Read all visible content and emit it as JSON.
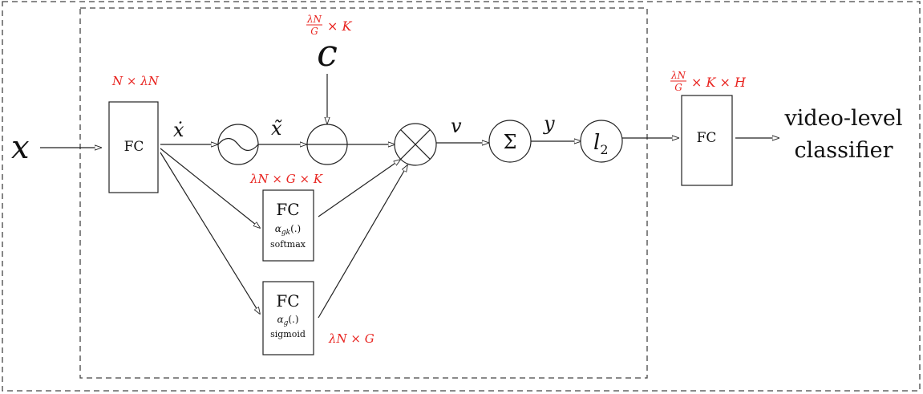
{
  "input": {
    "symbol": "x"
  },
  "fc1": {
    "label": "FC",
    "dims": "N × λN"
  },
  "after_fc1": {
    "symbol": "ẋ"
  },
  "tilde": {
    "symbol": "x̃"
  },
  "centers": {
    "symbol": "c",
    "dims_frac_num": "λN",
    "dims_frac_den": "G",
    "dims_tail": "× K"
  },
  "fc_softmax": {
    "label": "FC",
    "func": "α",
    "func_sub": "gk",
    "func_args": "(.)",
    "activation": "softmax",
    "dims": "λN × G × K"
  },
  "fc_sigmoid": {
    "label": "FC",
    "func": "α",
    "func_sub": "g",
    "func_args": "(.)",
    "activation": "sigmoid",
    "dims": "λN × G"
  },
  "v": {
    "symbol": "v"
  },
  "sum": {
    "symbol": "Σ"
  },
  "y": {
    "symbol": "y"
  },
  "l2": {
    "symbol": "l",
    "sub": "2"
  },
  "fc_final": {
    "label": "FC",
    "dims_frac_num": "λN",
    "dims_frac_den": "G",
    "dims_tail": "× K × H"
  },
  "classifier": {
    "line1": "video-level",
    "line2": "classifier"
  },
  "colors": {
    "annotation": "#e8231f",
    "stroke": "#222222",
    "dash": "#444444"
  }
}
